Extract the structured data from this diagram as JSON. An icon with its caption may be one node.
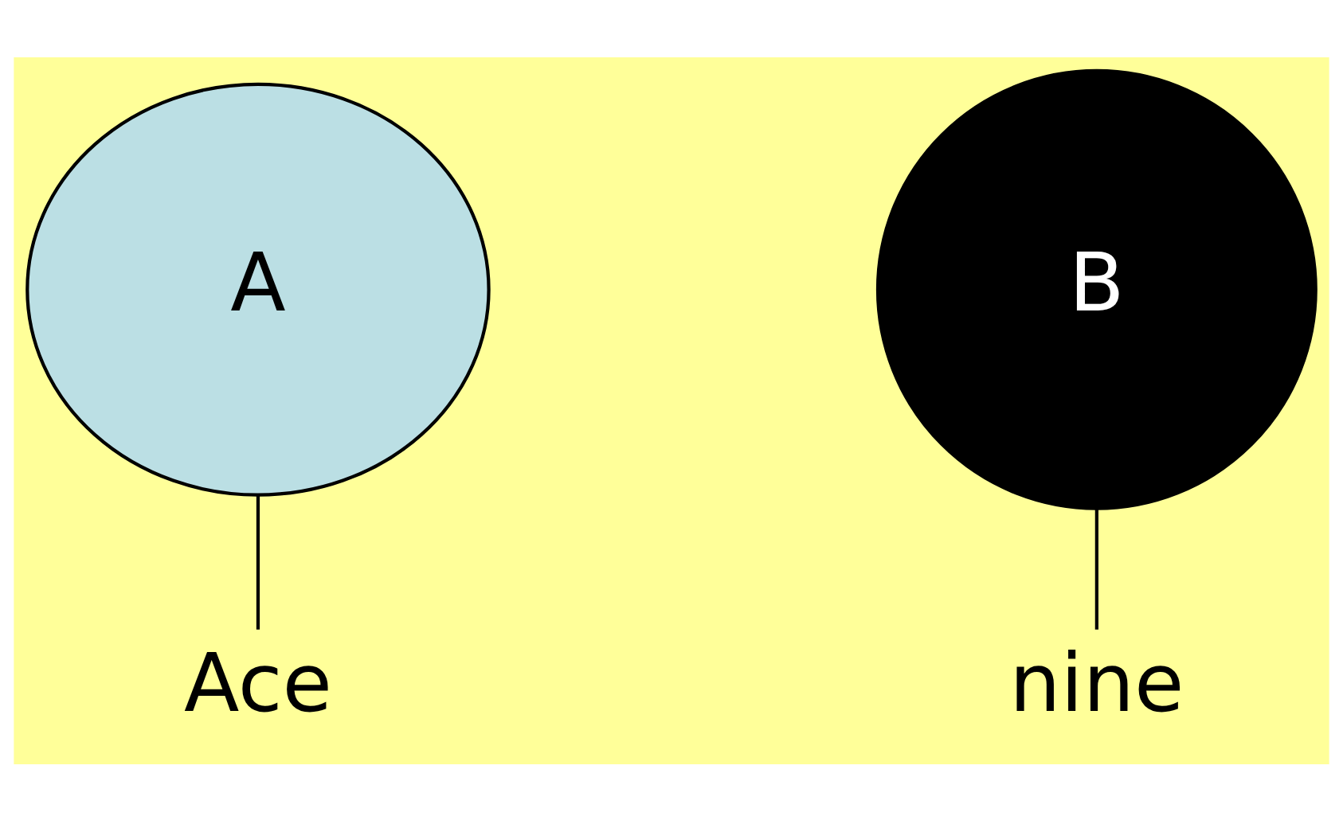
{
  "diagram": {
    "nodes": [
      {
        "text": [
          "A"
        ]
      },
      {
        "text": [
          "B"
        ]
      },
      {
        "text": [
          "Ace"
        ]
      },
      {
        "text": [
          "nine"
        ]
      }
    ],
    "edges": [
      {
        "from": 2,
        "to": 0,
        "arrow": "none"
      },
      {
        "from": 3,
        "to": 1,
        "arrow": "none"
      }
    ]
  }
}
